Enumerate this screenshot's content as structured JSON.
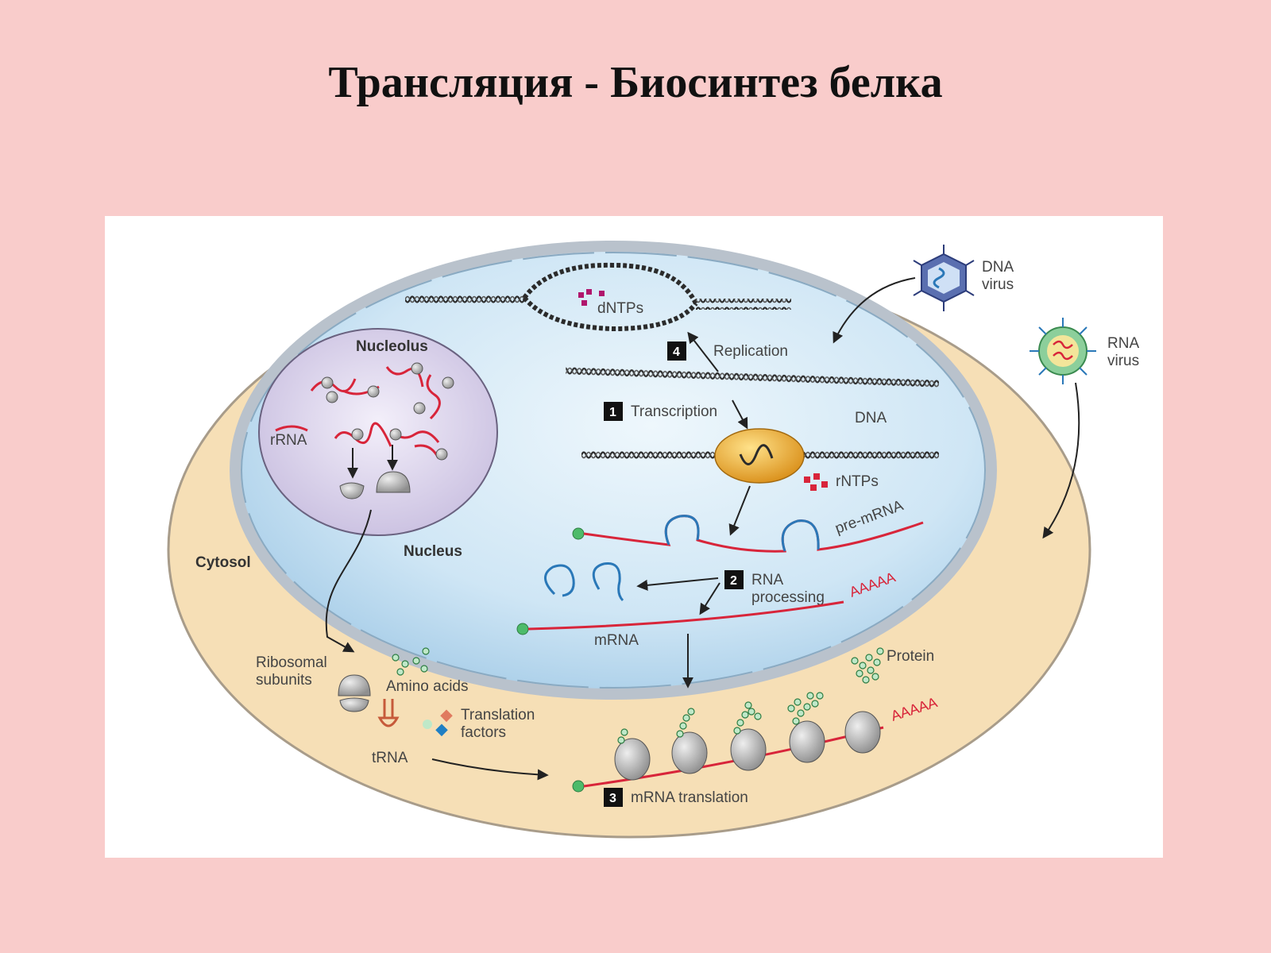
{
  "slide": {
    "title": "Трансляция - Биосинтез белка"
  },
  "diagram": {
    "labels": {
      "nucleolus": "Nucleolus",
      "rrna": "rRNA",
      "nucleus": "Nucleus",
      "cytosol": "Cytosol",
      "dntps": "dNTPs",
      "replication": "Replication",
      "transcription": "Transcription",
      "dna": "DNA",
      "rntps": "rNTPs",
      "pre_mrna": "pre-mRNA",
      "rna_processing_1": "RNA",
      "rna_processing_2": "processing",
      "poly_a_1": "AAAAA",
      "mrna": "mRNA",
      "ribosomal_subunits_1": "Ribosomal",
      "ribosomal_subunits_2": "subunits",
      "amino_acids": "Amino acids",
      "translation_factors_1": "Translation",
      "translation_factors_2": "factors",
      "trna": "tRNA",
      "protein": "Protein",
      "poly_a_2": "AAAAA",
      "mrna_translation": "mRNA translation",
      "dna_virus_1": "DNA",
      "dna_virus_2": "virus",
      "rna_virus_1": "RNA",
      "rna_virus_2": "virus"
    },
    "steps": {
      "transcription": "1",
      "rna_processing": "2",
      "mrna_translation": "3",
      "replication": "4"
    },
    "colors": {
      "cytosol": "#f6dfb6",
      "nucleus": "#cfe6f5",
      "nucleolus": "#dcd6ec",
      "rna": "#d8253a",
      "amino_acid": "#4dbb6a",
      "ribosome": "#b9b9b9",
      "polymerase": "#e8a62a"
    }
  }
}
